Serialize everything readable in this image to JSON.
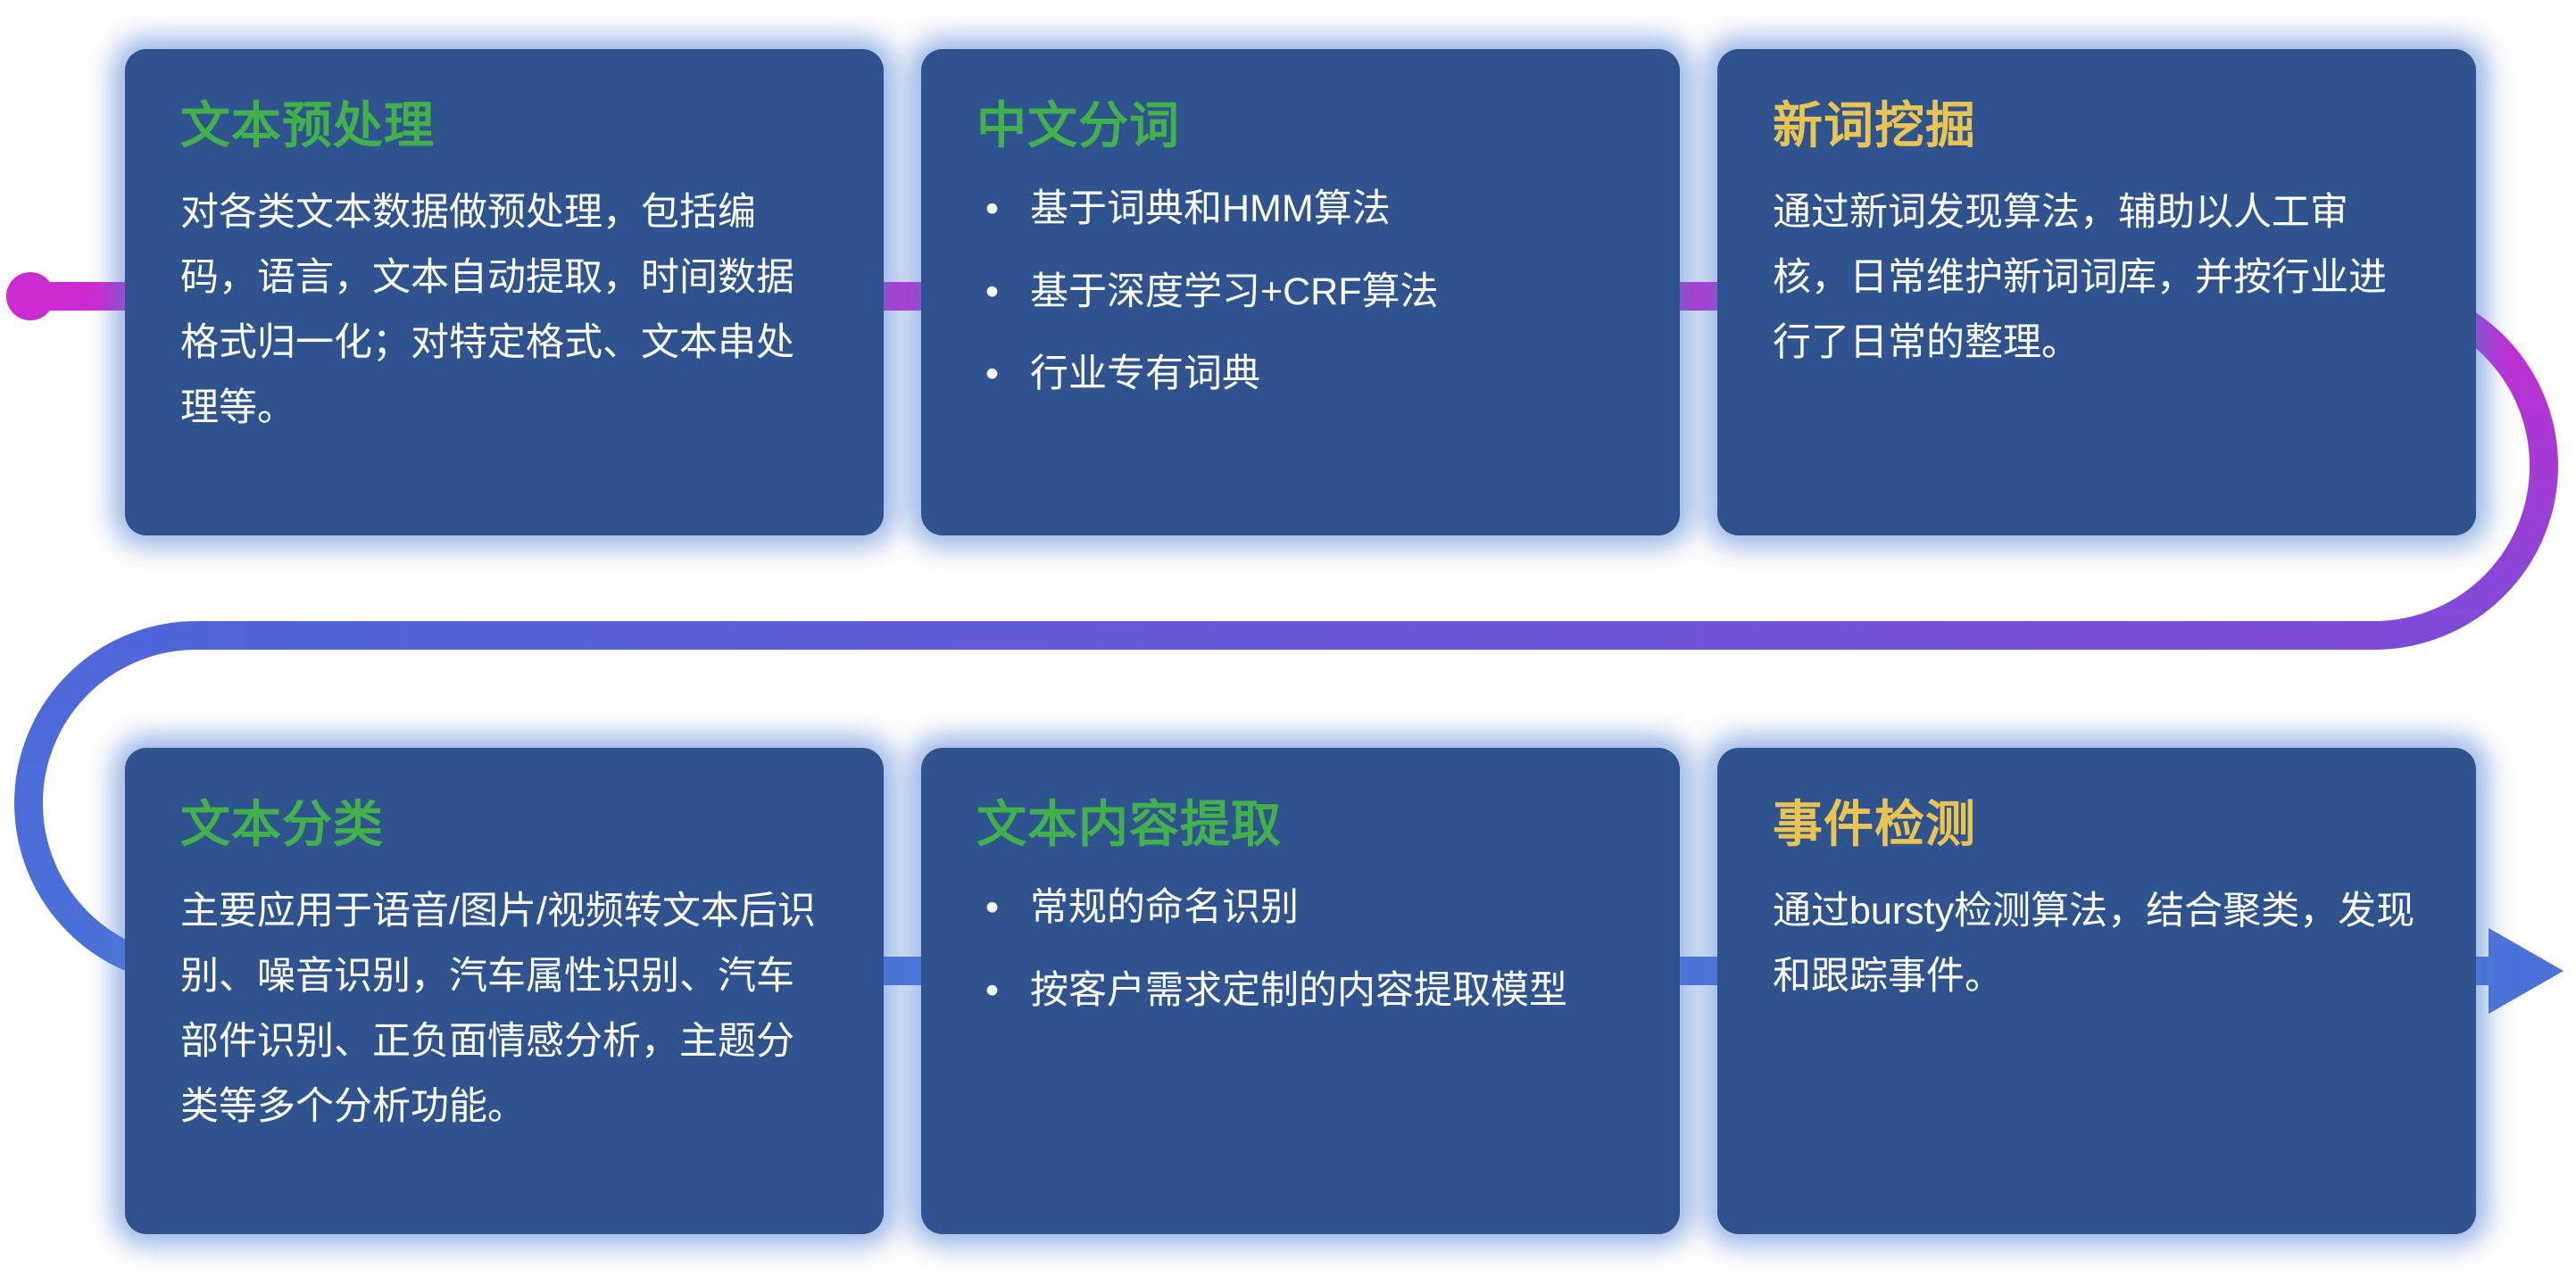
{
  "colors": {
    "page_bg": "#ffffff",
    "card_bg": "#2e538f",
    "card_glow": "#4d7cd28c",
    "title_green": "#42b14b",
    "title_yellow": "#eac453",
    "body_text": "#ffffff",
    "flow_magenta": "#cb2bd1",
    "flow_purple": "#7e4bd8",
    "flow_blue_mid": "#4f66da",
    "flow_blue": "#4a72d8"
  },
  "cards": [
    {
      "id": "text-preprocessing",
      "title": "文本预处理",
      "title_color": "green",
      "type": "paragraph",
      "body": "对各类文本数据做预处理，包括编码，语言，文本自动提取，时间数据格式归一化；对特定格式、文本串处理等。"
    },
    {
      "id": "chinese-word-segmentation",
      "title": "中文分词",
      "title_color": "green",
      "type": "bullets",
      "bullets": [
        "基于词典和HMM算法",
        "基于深度学习+CRF算法",
        "行业专有词典"
      ]
    },
    {
      "id": "new-word-mining",
      "title": "新词挖掘",
      "title_color": "yellow",
      "type": "paragraph",
      "body": "通过新词发现算法，辅助以人工审核，日常维护新词词库，并按行业进行了日常的整理。"
    },
    {
      "id": "text-classification",
      "title": "文本分类",
      "title_color": "green",
      "type": "paragraph",
      "body": "主要应用于语音/图片/视频转文本后识别、噪音识别，汽车属性识别、汽车部件识别、正负面情感分析，主题分类等多个分析功能。"
    },
    {
      "id": "text-content-extraction",
      "title": "文本内容提取",
      "title_color": "green",
      "type": "bullets",
      "bullets": [
        "常规的命名识别",
        "按客户需求定制的内容提取模型"
      ]
    },
    {
      "id": "event-detection",
      "title": "事件检测",
      "title_color": "yellow",
      "type": "paragraph",
      "body": "通过bursty检测算法，结合聚类，发现和跟踪事件。"
    }
  ]
}
